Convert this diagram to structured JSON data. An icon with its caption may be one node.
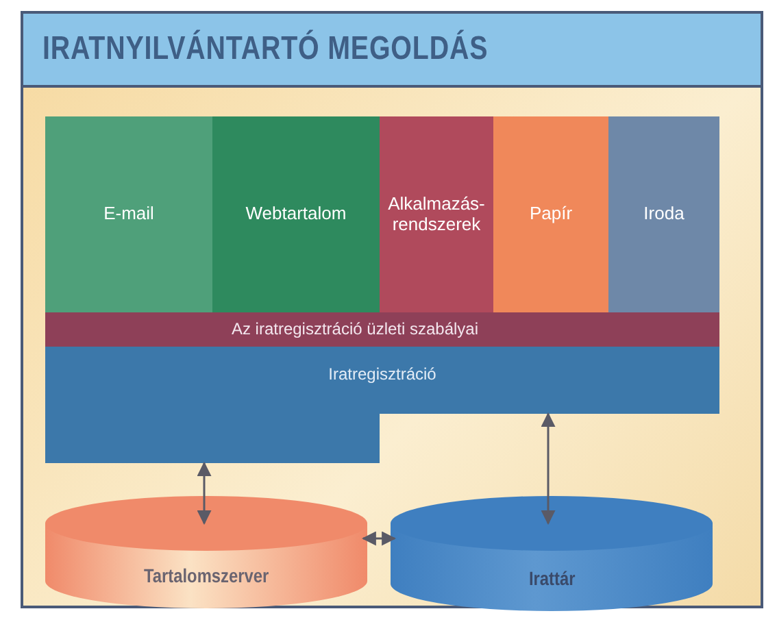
{
  "diagram": {
    "title": "IRATNYILVÁNTARTÓ MEGOLDÁS",
    "nodes": [
      {
        "text": [
          "E-mail"
        ]
      },
      {
        "text": [
          "Webtartalom"
        ]
      },
      {
        "text": [
          "Alkalmazás-rendszerek"
        ]
      },
      {
        "text": [
          "Papír"
        ]
      },
      {
        "text": [
          "Iroda"
        ]
      },
      {
        "text": [
          "Az iratregisztráció üzleti szabályai"
        ]
      },
      {
        "text": [
          "Iratregisztráció"
        ]
      },
      {
        "text": [
          "Tartalomszerver"
        ]
      },
      {
        "text": [
          "Irattár"
        ]
      }
    ],
    "edges": [
      {
        "from": 6,
        "to": 7,
        "arrow": "both"
      },
      {
        "from": 7,
        "to": 8,
        "arrow": "both"
      },
      {
        "from": 6,
        "to": 8,
        "arrow": "both"
      }
    ]
  }
}
